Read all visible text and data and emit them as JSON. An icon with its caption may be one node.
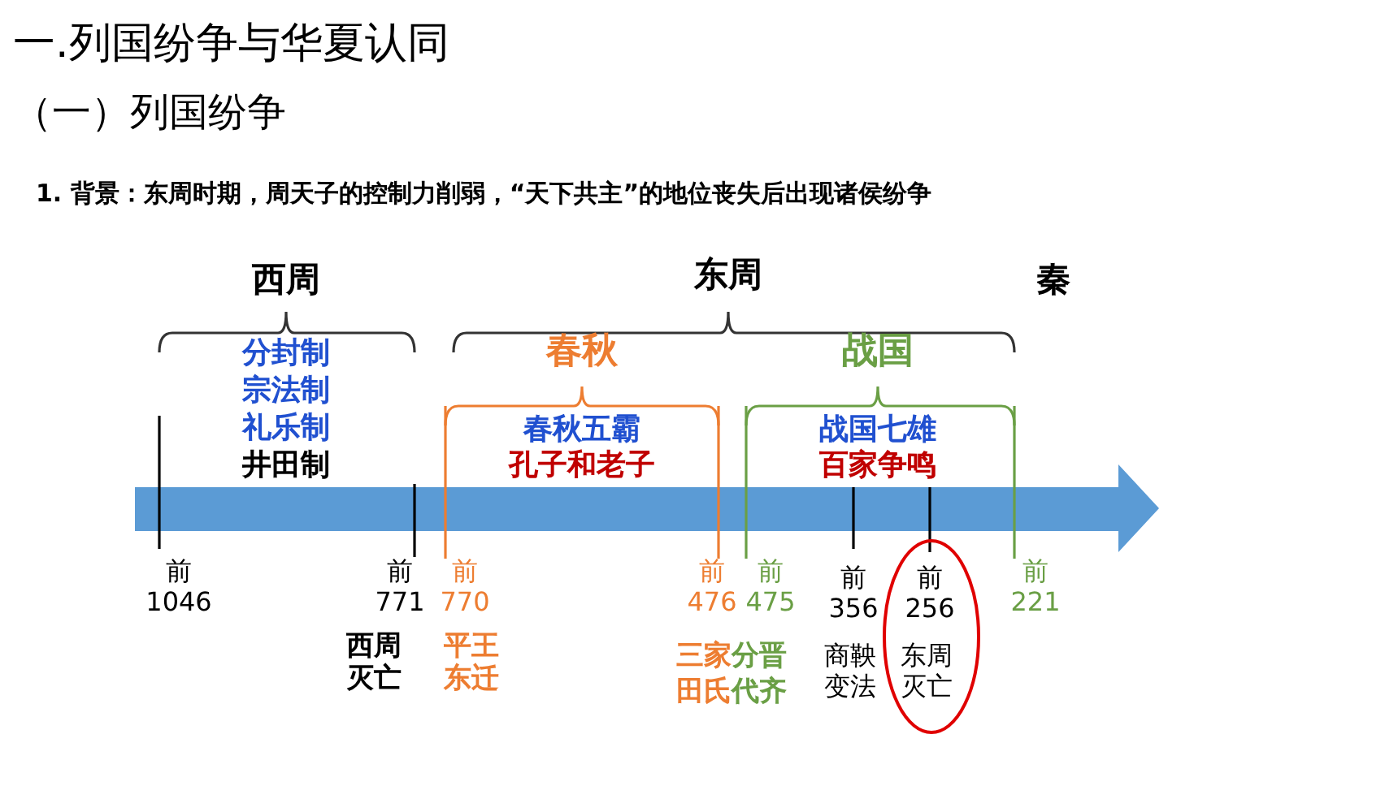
{
  "diagram": {
    "title": "一.列国纷争与华夏认同",
    "labels": [
      "（一）列国纷争",
      "1. 背景：东周时期，周天子的控制力削弱，“天下共主”的地位丧失后出现诸侯纷争",
      "西周",
      "东周",
      "秦",
      "分封制",
      "春秋",
      "战国",
      "宗法制",
      "礼乐制",
      "春秋五霸",
      "战国七雄",
      "井田制",
      "孔子和老子",
      "百家争鸣",
      "前 1046",
      "前 771",
      "前 770",
      "前 476",
      "前 475",
      "前 356",
      "前 256",
      "前 221",
      "西周灭亡",
      "平王东迁",
      "三家分晋",
      "商鞅变法",
      "东周灭亡",
      "田氏代齐"
    ]
  }
}
